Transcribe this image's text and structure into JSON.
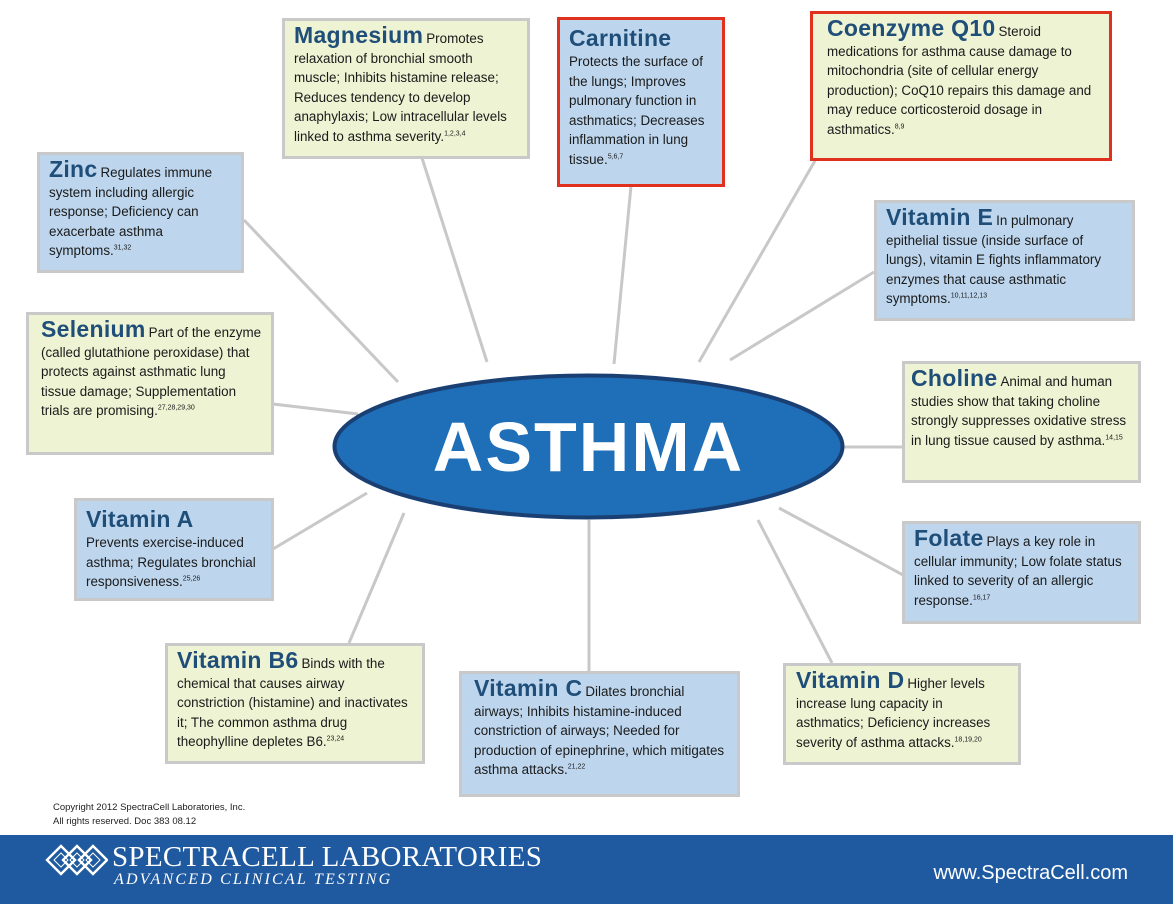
{
  "center": {
    "label": "ASTHMA"
  },
  "nutrients": [
    {
      "id": "magnesium",
      "title": "Magnesium",
      "text": "Promotes relaxation of bronchial smooth muscle; Inhibits histamine release; Reduces tendency to develop anaphylaxis; Low intracellular levels linked to asthma severity.",
      "refs": "1,2,3,4"
    },
    {
      "id": "carnitine",
      "title": "Carnitine",
      "text": "Protects the surface of the lungs; Improves pulmonary function in asthmatics; Decreases inflammation in lung tissue.",
      "refs": "5,6,7"
    },
    {
      "id": "coq10",
      "title": "Coenzyme Q10",
      "text": "Steroid medications for asthma cause damage to mitochondria (site of cellular energy production); CoQ10 repairs this damage and may reduce corticosteroid dosage in asthmatics.",
      "refs": "8,9"
    },
    {
      "id": "zinc",
      "title": "Zinc",
      "text": "Regulates immune system including allergic response; Deficiency can exacerbate asthma symptoms.",
      "refs": "31,32"
    },
    {
      "id": "vitamin-e",
      "title": "Vitamin E",
      "text": "In pulmonary epithelial tissue (inside surface of lungs), vitamin E fights inflammatory enzymes that cause asthmatic symptoms.",
      "refs": "10,11,12,13"
    },
    {
      "id": "selenium",
      "title": "Selenium",
      "text": "Part of the enzyme (called glutathione peroxidase) that protects against asthmatic lung tissue damage; Supplementation trials are promising.",
      "refs": "27,28,29,30"
    },
    {
      "id": "choline",
      "title": "Choline",
      "text": "Animal and human studies show that taking choline strongly suppresses oxidative stress in lung tissue caused by asthma.",
      "refs": "14,15"
    },
    {
      "id": "vitamin-a",
      "title": "Vitamin A",
      "text": "Prevents exercise-induced asthma; Regulates bronchial responsiveness.",
      "refs": "25,26"
    },
    {
      "id": "folate",
      "title": "Folate",
      "text": "Plays a key role in cellular immunity; Low folate status linked to severity of an allergic response.",
      "refs": "16,17"
    },
    {
      "id": "vitamin-b6",
      "title": "Vitamin B6",
      "text": "Binds with the chemical that causes airway constriction (histamine) and inactivates it; The common asthma drug theophylline depletes B6.",
      "refs": "23,24"
    },
    {
      "id": "vitamin-c",
      "title": "Vitamin C",
      "text": "Dilates bronchial airways; Inhibits histamine-induced constriction of airways; Needed for production of epinephrine, which mitigates asthma attacks.",
      "refs": "21,22"
    },
    {
      "id": "vitamin-d",
      "title": "Vitamin D",
      "text": "Higher levels increase lung capacity in asthmatics; Deficiency increases severity of asthma attacks.",
      "refs": "18,19,20"
    }
  ],
  "copyright": {
    "line1": "Copyright 2012 SpectraCell Laboratories, Inc.",
    "line2": "All rights reserved. Doc 383 08.12"
  },
  "footer": {
    "company": "SPECTRACELL LABORATORIES",
    "tagline": "ADVANCED CLINICAL TESTING",
    "website": "www.SpectraCell.com"
  },
  "colors": {
    "ellipse_fill": "#1f6fb8",
    "ellipse_stroke": "#1a3f73",
    "footer_bg": "#1f5aa0",
    "title_text": "#1f4e79",
    "highlight_border": "#e0301e",
    "box_yellow": "#eef3d3",
    "box_blue": "#bdd6ee"
  }
}
